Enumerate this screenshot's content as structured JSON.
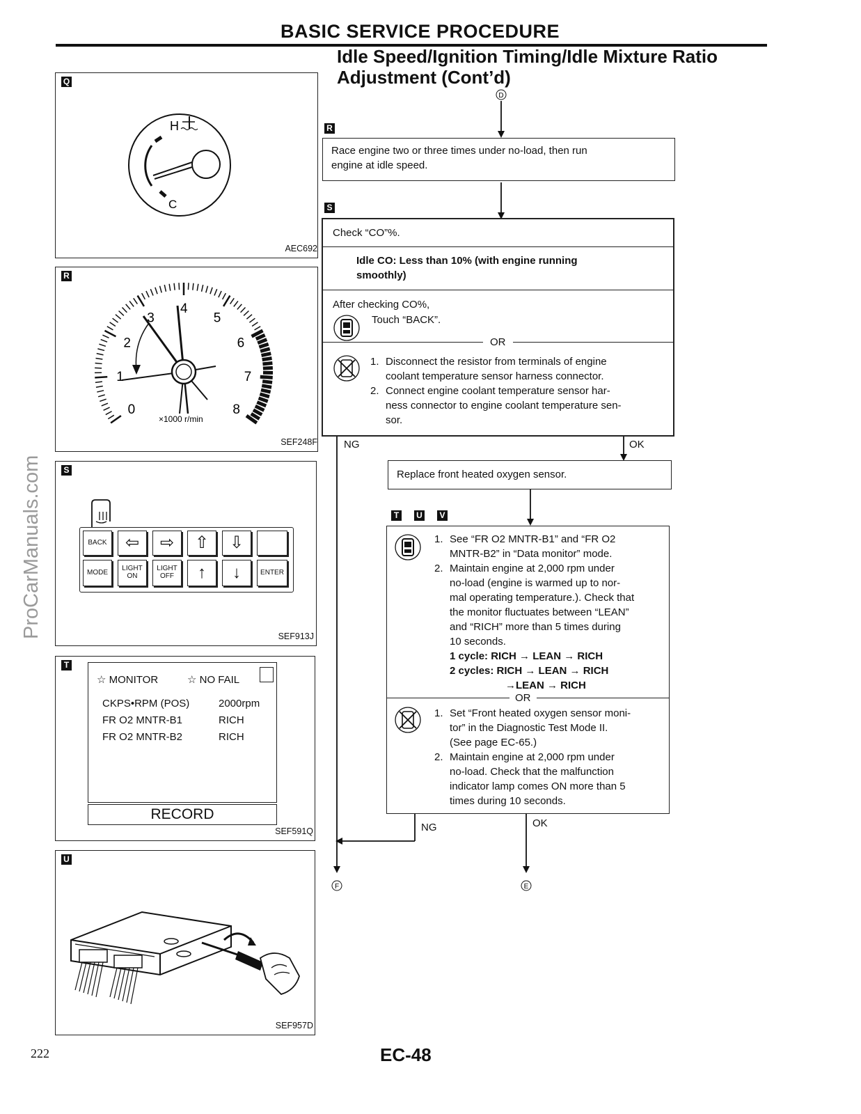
{
  "header": {
    "section_title": "BASIC SERVICE PROCEDURE",
    "subtitle_line1": "Idle Speed/Ignition Timing/Idle Mixture Ratio",
    "subtitle_line2": "Adjustment (Cont’d)"
  },
  "watermark": "ProCarManuals.com",
  "figures": {
    "q": {
      "tag": "Q",
      "code": "AEC692",
      "gauge_hot": "H",
      "gauge_cold": "C"
    },
    "r": {
      "tag": "R",
      "code": "SEF248F",
      "unit": "×1000 r/min",
      "scale": [
        "0",
        "1",
        "2",
        "3",
        "4",
        "5",
        "6",
        "7",
        "8"
      ]
    },
    "s": {
      "tag": "S",
      "code": "SEF913J",
      "keys": {
        "back": "BACK",
        "mode": "MODE",
        "light_on_1": "LIGHT",
        "light_on_2": "ON",
        "light_off_1": "LIGHT",
        "light_off_2": "OFF",
        "enter": "ENTER",
        "left": "⇦",
        "right": "⇨",
        "up": "⇧",
        "down": "⇩",
        "small_up": "↑",
        "small_down": "↓"
      }
    },
    "t": {
      "tag": "T",
      "code": "SEF591Q",
      "monitor": "☆ MONITOR",
      "nofail": "☆ NO FAIL",
      "rows": [
        {
          "name": "CKPS•RPM (POS)",
          "value": "2000rpm"
        },
        {
          "name": "FR O2 MNTR-B1",
          "value": "RICH"
        },
        {
          "name": "FR O2 MNTR-B2",
          "value": "RICH"
        }
      ],
      "record": "RECORD"
    },
    "u": {
      "tag": "U",
      "code": "SEF957D"
    }
  },
  "flow": {
    "connector_top": "D",
    "step_r": {
      "tag": "R",
      "text_1": "Race engine two or three times under no-load, then run",
      "text_2": "engine at idle speed."
    },
    "step_s": {
      "tag": "S",
      "check": "Check “CO”%.",
      "spec_1": "Idle CO: Less than 10% (with engine running",
      "spec_2": "smoothly)",
      "after": "After checking CO%,",
      "touch": "Touch “BACK”.",
      "or": "OR",
      "items": [
        {
          "n": "1.",
          "l1": "Disconnect the resistor from terminals of engine",
          "l2": "coolant temperature sensor harness connector."
        },
        {
          "n": "2.",
          "l1": "Connect engine coolant temperature sensor har-",
          "l2": "ness connector to engine coolant temperature sen-",
          "l3": "sor."
        }
      ]
    },
    "ng_1": "NG",
    "ok_1": "OK",
    "replace": "Replace front heated oxygen sensor.",
    "step_tuv": {
      "tags": [
        "T",
        "U",
        "V"
      ],
      "items_a": [
        {
          "n": "1.",
          "lines": [
            "See “FR O2 MNTR-B1” and “FR O2",
            "MNTR-B2” in “Data monitor” mode."
          ]
        },
        {
          "n": "2.",
          "lines": [
            "Maintain engine at 2,000 rpm under",
            "no-load (engine is warmed up to nor-",
            "mal operating temperature.). Check that",
            "the monitor fluctuates between “LEAN”",
            "and “RICH” more than 5 times during",
            "10 seconds."
          ]
        }
      ],
      "cycle_1": "1 cycle: RICH → LEAN → RICH",
      "cycle_2a": "2 cycles: RICH → LEAN → RICH",
      "cycle_2b": "→LEAN → RICH",
      "or": "OR",
      "items_b": [
        {
          "n": "1.",
          "lines": [
            "Set “Front heated oxygen sensor moni-",
            "tor” in the Diagnostic Test Mode II.",
            "(See page EC-65.)"
          ]
        },
        {
          "n": "2.",
          "lines": [
            "Maintain engine at 2,000 rpm under",
            "no-load. Check that the malfunction",
            "indicator lamp comes ON more than 5",
            "times during 10 seconds."
          ]
        }
      ]
    },
    "ng_2": "NG",
    "ok_2": "OK",
    "connector_f": "F",
    "connector_e": "E"
  },
  "footer": {
    "left_page": "222",
    "page_code": "EC-48"
  }
}
